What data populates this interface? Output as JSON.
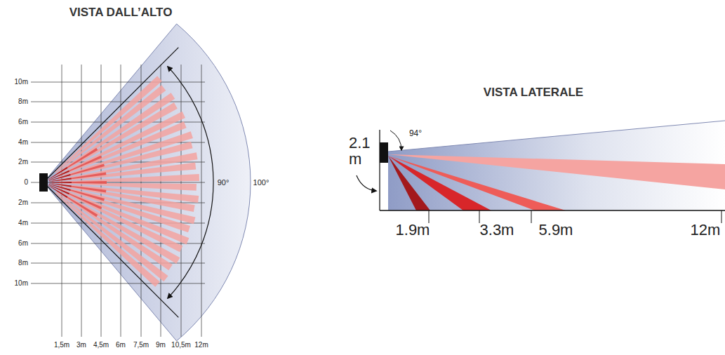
{
  "diagram": {
    "labels": [
      "VISTA DALL’ALTO",
      "VISTA LATERALE",
      "10m",
      "8m",
      "6m",
      "4m",
      "2m",
      "0",
      "2m",
      "4m",
      "6m",
      "8m",
      "10m",
      "1,5m",
      "3m",
      "4,5m",
      "6m",
      "7,5m",
      "9m",
      "10,5m",
      "12m",
      "90°",
      "100°",
      "2.1 m",
      "94°",
      "1.9m",
      "3.3m",
      "5.9m",
      "12m"
    ]
  }
}
